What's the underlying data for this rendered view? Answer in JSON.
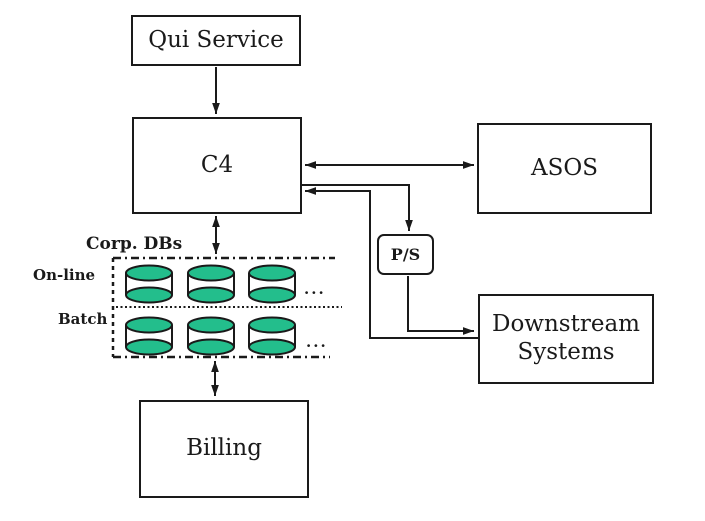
{
  "diagram": {
    "background_color": "#ffffff",
    "line_color": "#1a1a1a",
    "db_cylinder_green": "#23be8c",
    "nodes": {
      "qui_service": {
        "label": "Qui Service"
      },
      "c4": {
        "label": "C4"
      },
      "asos": {
        "label": "ASOS"
      },
      "pub_sub": {
        "label": "P/S"
      },
      "downstream": {
        "label": "Downstream Systems"
      },
      "billing": {
        "label": "Billing"
      }
    },
    "corp_dbs": {
      "title": "Corp. DBs",
      "rows": [
        {
          "label": "On-line",
          "databases": 3,
          "more_indicator": "..."
        },
        {
          "label": "Batch",
          "databases": 3,
          "more_indicator": "..."
        }
      ]
    }
  }
}
